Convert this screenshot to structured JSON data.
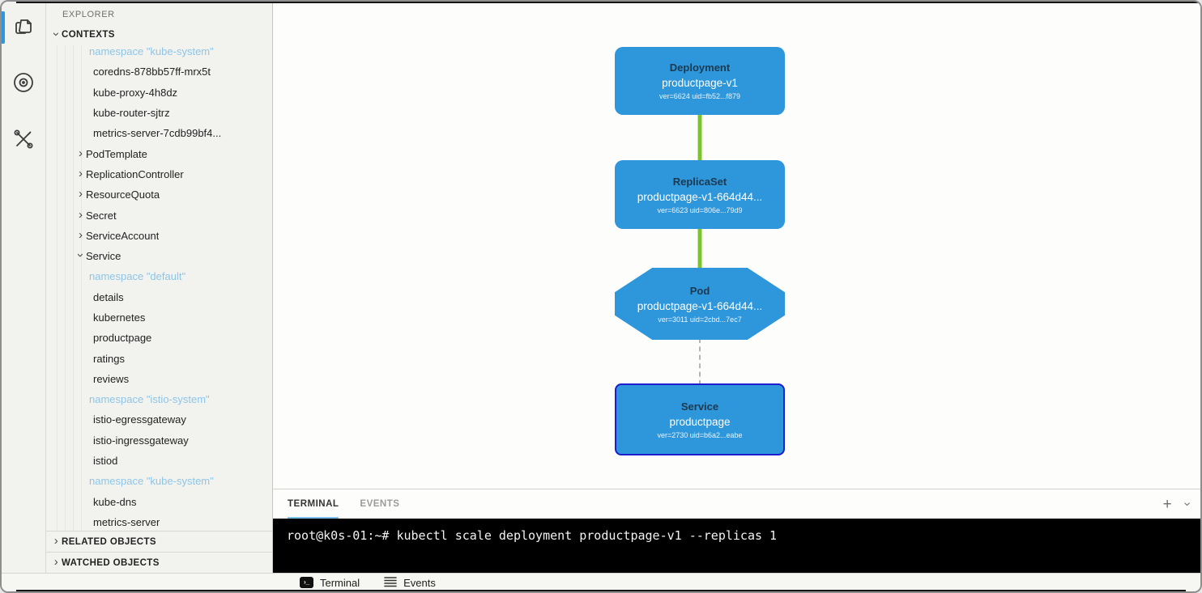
{
  "activity_bar": {
    "items": [
      {
        "icon": "resources-icon",
        "active": true
      },
      {
        "icon": "watch-icon",
        "active": false
      },
      {
        "icon": "tools-icon",
        "active": false
      }
    ]
  },
  "sidebar": {
    "header": "EXPLORER",
    "sections": {
      "contexts": "CONTEXTS",
      "related": "RELATED OBJECTS",
      "watched": "WATCHED OBJECTS"
    },
    "tree": [
      {
        "label": "namespace \"kube-system\"",
        "kind": "namespace",
        "clipped": true
      },
      {
        "label": "coredns-878bb57ff-mrx5t",
        "kind": "leaf"
      },
      {
        "label": "kube-proxy-4h8dz",
        "kind": "leaf"
      },
      {
        "label": "kube-router-sjtrz",
        "kind": "leaf"
      },
      {
        "label": "metrics-server-7cdb99bf4...",
        "kind": "leaf"
      },
      {
        "label": "PodTemplate",
        "kind": "group",
        "expanded": false
      },
      {
        "label": "ReplicationController",
        "kind": "group",
        "expanded": false
      },
      {
        "label": "ResourceQuota",
        "kind": "group",
        "expanded": false
      },
      {
        "label": "Secret",
        "kind": "group",
        "expanded": false
      },
      {
        "label": "ServiceAccount",
        "kind": "group",
        "expanded": false
      },
      {
        "label": "Service",
        "kind": "group",
        "expanded": true
      },
      {
        "label": "namespace \"default\"",
        "kind": "namespace"
      },
      {
        "label": "details",
        "kind": "leaf"
      },
      {
        "label": "kubernetes",
        "kind": "leaf"
      },
      {
        "label": "productpage",
        "kind": "leaf"
      },
      {
        "label": "ratings",
        "kind": "leaf"
      },
      {
        "label": "reviews",
        "kind": "leaf"
      },
      {
        "label": "namespace \"istio-system\"",
        "kind": "namespace"
      },
      {
        "label": "istio-egressgateway",
        "kind": "leaf"
      },
      {
        "label": "istio-ingressgateway",
        "kind": "leaf"
      },
      {
        "label": "istiod",
        "kind": "leaf"
      },
      {
        "label": "namespace \"kube-system\"",
        "kind": "namespace"
      },
      {
        "label": "kube-dns",
        "kind": "leaf"
      },
      {
        "label": "metrics-server",
        "kind": "leaf"
      }
    ]
  },
  "diagram": {
    "colors": {
      "node_fill": "#2E96DA",
      "node_title": "#1D3950",
      "edge_green": "#7CC42C",
      "edge_dashed": "#B5B5B5",
      "selected_border": "#1D1DCD"
    },
    "nodes": [
      {
        "kind": "Deployment",
        "name": "productpage-v1",
        "meta": "ver=6624 uid=fb52...f879",
        "shape": "rect",
        "selected": false
      },
      {
        "kind": "ReplicaSet",
        "name": "productpage-v1-664d44...",
        "meta": "ver=6623 uid=806e...79d9",
        "shape": "rect",
        "selected": false
      },
      {
        "kind": "Pod",
        "name": "productpage-v1-664d44...",
        "meta": "ver=3011 uid=2cbd...7ec7",
        "shape": "octagon",
        "selected": false
      },
      {
        "kind": "Service",
        "name": "productpage",
        "meta": "ver=2730 uid=b6a2...eabe",
        "shape": "rect",
        "selected": true
      }
    ],
    "edges": [
      {
        "from": "Deployment",
        "to": "ReplicaSet",
        "style": "solid"
      },
      {
        "from": "ReplicaSet",
        "to": "Pod",
        "style": "solid"
      },
      {
        "from": "Pod",
        "to": "Service",
        "style": "dashed"
      }
    ]
  },
  "panel": {
    "tabs": [
      {
        "label": "TERMINAL",
        "active": true
      },
      {
        "label": "EVENTS",
        "active": false
      }
    ],
    "actions": [
      {
        "icon": "plus-icon"
      },
      {
        "icon": "chevron-down-icon"
      }
    ],
    "terminal": {
      "line": "root@k0s-01:~# kubectl scale deployment productpage-v1 --replicas 1"
    }
  },
  "status_bar": {
    "items": [
      {
        "icon": "terminal-icon",
        "label": "Terminal"
      },
      {
        "icon": "events-icon",
        "label": "Events"
      }
    ]
  }
}
